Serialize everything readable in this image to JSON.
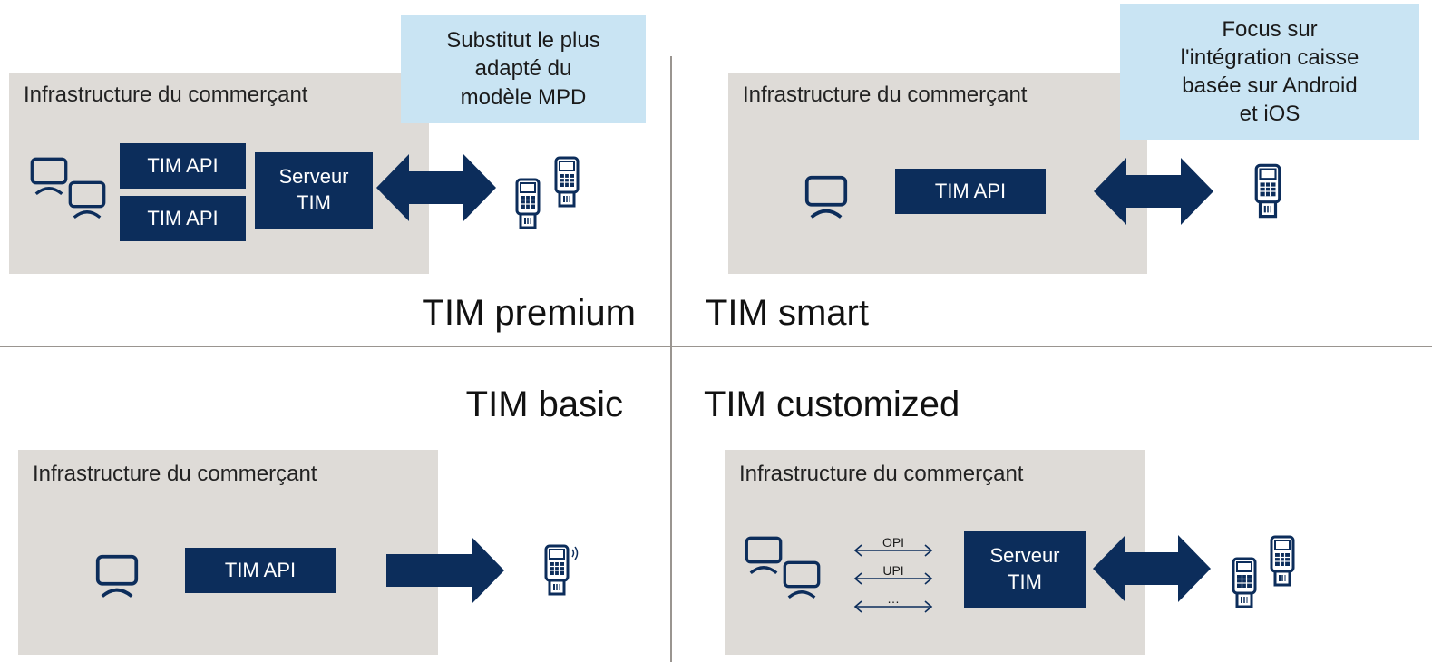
{
  "quadrants": {
    "premium": {
      "title": "TIM premium",
      "infra_label": "Infrastructure du commerçant",
      "api_boxes": [
        "TIM API",
        "TIM API"
      ],
      "server": "Serveur\nTIM",
      "note": "Substitut le plus\nadapté du\nmodèle MPD"
    },
    "smart": {
      "title": "TIM smart",
      "infra_label": "Infrastructure du commerçant",
      "api_boxes": [
        "TIM API"
      ],
      "note": "Focus sur\nl'intégration caisse\nbasée sur Android\net iOS"
    },
    "basic": {
      "title": "TIM basic",
      "infra_label": "Infrastructure du commerçant",
      "api_boxes": [
        "TIM API"
      ]
    },
    "customized": {
      "title": "TIM customized",
      "infra_label": "Infrastructure du commerçant",
      "server": "Serveur\nTIM",
      "protocols": [
        "OPI",
        "UPI",
        "…"
      ]
    }
  },
  "colors": {
    "navy": "#0c2d5b",
    "infra_bg": "#dedbd7",
    "note_bg": "#c9e4f3",
    "divider": "#9a9590"
  },
  "icons": {
    "pos": "monitor-icon",
    "terminal": "payment-terminal-icon",
    "terminal_contactless": "contactless-terminal-icon",
    "double_arrow": "bidirectional-arrow-icon",
    "single_arrow": "right-arrow-icon"
  }
}
